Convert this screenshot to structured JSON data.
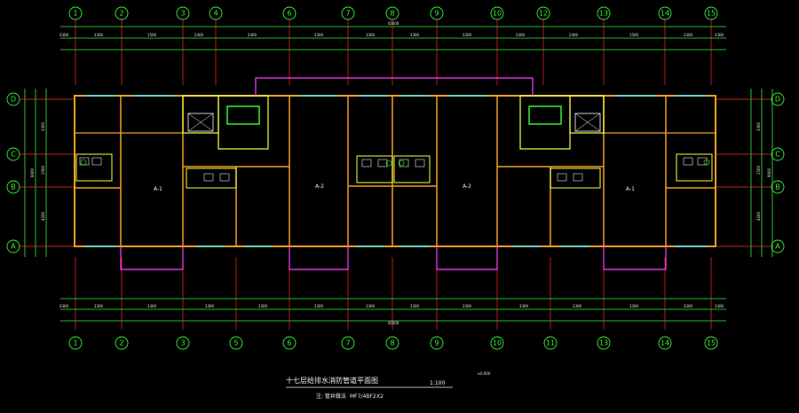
{
  "drawing": {
    "title": "十七层给排水消防管道平面图",
    "scale": "1:100",
    "subtitle": "注: 管井做法",
    "subtitle_ref": "MF7/4BF2",
    "subtitle_mult": "X2",
    "north_note": "±0.000"
  },
  "axes": {
    "top": [
      "1",
      "2",
      "3",
      "4",
      "6",
      "7",
      "8",
      "9",
      "10",
      "12",
      "13",
      "14",
      "15"
    ],
    "bottom": [
      "1",
      "2",
      "3",
      "5",
      "6",
      "7",
      "8",
      "9",
      "10",
      "11",
      "13",
      "14",
      "15"
    ],
    "left": [
      "D",
      "C",
      "B",
      "A"
    ],
    "right": [
      "D",
      "C",
      "B",
      "A"
    ]
  },
  "dimensions": {
    "top_total": "42600",
    "bottom_total": "42600",
    "top_segments": [
      "3300",
      "3300",
      "1500",
      "2400",
      "2400",
      "3300",
      "3300",
      "3300",
      "3300",
      "2400",
      "2400",
      "1500",
      "3300",
      "3300"
    ],
    "bottom_segments": [
      "3300",
      "3300",
      "3300",
      "3300",
      "3300",
      "3300",
      "3300",
      "3300",
      "3300",
      "3300",
      "3300",
      "3300",
      "3300",
      "3300"
    ],
    "left_segments": [
      "3300",
      "1500",
      "4200"
    ],
    "right_segments": [
      "3300",
      "1500",
      "4200"
    ],
    "left_total": "9000",
    "right_total": "9000"
  },
  "units": {
    "a1_left": "A-1",
    "a2_left": "A-2",
    "a2_right": "A-2",
    "a1_right": "A-1"
  },
  "colors": {
    "grid_green": "#36f236",
    "axis_red": "#ff2a2a",
    "wall_orange": "#f0a020",
    "wall_yellow": "#ffff40",
    "window_cyan": "#40e0ff",
    "balcony_magenta": "#ff40ff",
    "dim_white": "#e8e8e8"
  }
}
